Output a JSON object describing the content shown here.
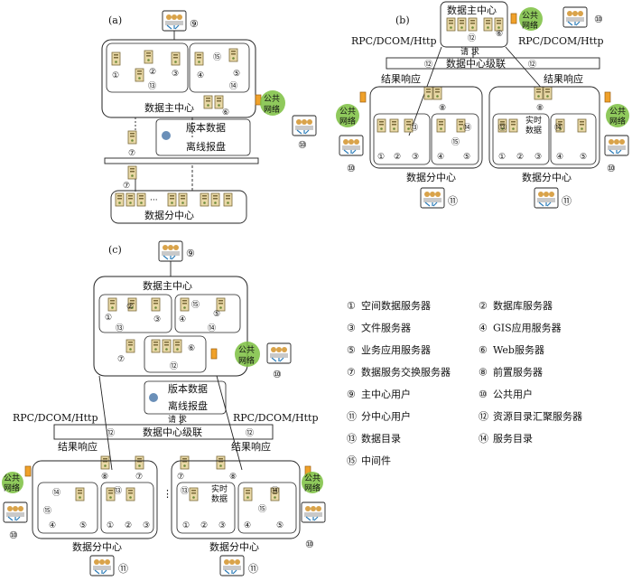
{
  "panels": {
    "a": {
      "tag": "(a)",
      "main_center": "数据主中心",
      "version_data": "版本数据",
      "offline": "离线报盘",
      "sub_center": "数据分中心",
      "ellipsis": "···"
    },
    "b": {
      "tag": "(b)",
      "main_center": "数据主中心",
      "rpc_left": "RPC/DCOM/Http",
      "rpc_right": "RPC/DCOM/Http",
      "request": "请 求",
      "cascade": "数据中心级联",
      "response_left": "结果响应",
      "response_right": "结果响应",
      "realtime1": "实时",
      "realtime2": "数据",
      "sub_left": "数据分中心",
      "sub_right": "数据分中心"
    },
    "c": {
      "tag": "(c)",
      "main_center": "数据主中心",
      "version_data": "版本数据",
      "offline": "离线报盘",
      "rpc_left": "RPC/DCOM/Http",
      "rpc_right": "RPC/DCOM/Http",
      "request": "请 求",
      "cascade": "数据中心级联",
      "response_left": "结果响应",
      "response_right": "结果响应",
      "realtime1": "实时",
      "realtime2": "数据",
      "sub_left": "数据分中心",
      "sub_right": "数据分中心",
      "ellipsis": "⋮"
    }
  },
  "public_network": [
    "公共",
    "网络"
  ],
  "legend": [
    {
      "num": "①",
      "text": "空间数据服务器"
    },
    {
      "num": "②",
      "text": "数据库服务器"
    },
    {
      "num": "③",
      "text": "文件服务器"
    },
    {
      "num": "④",
      "text": "GIS应用服务器"
    },
    {
      "num": "⑤",
      "text": "业务应用服务器"
    },
    {
      "num": "⑥",
      "text": "Web服务器"
    },
    {
      "num": "⑦",
      "text": "数据服务交换服务器"
    },
    {
      "num": "⑧",
      "text": "前置服务器"
    },
    {
      "num": "⑨",
      "text": "主中心用户"
    },
    {
      "num": "⑩",
      "text": "公共用户"
    },
    {
      "num": "⑪",
      "text": "分中心用户"
    },
    {
      "num": "⑫",
      "text": "资源目录汇聚服务器"
    },
    {
      "num": "⑬",
      "text": "数据目录"
    },
    {
      "num": "⑭",
      "text": "服务目录"
    },
    {
      "num": "⑮",
      "text": "中间件"
    }
  ]
}
